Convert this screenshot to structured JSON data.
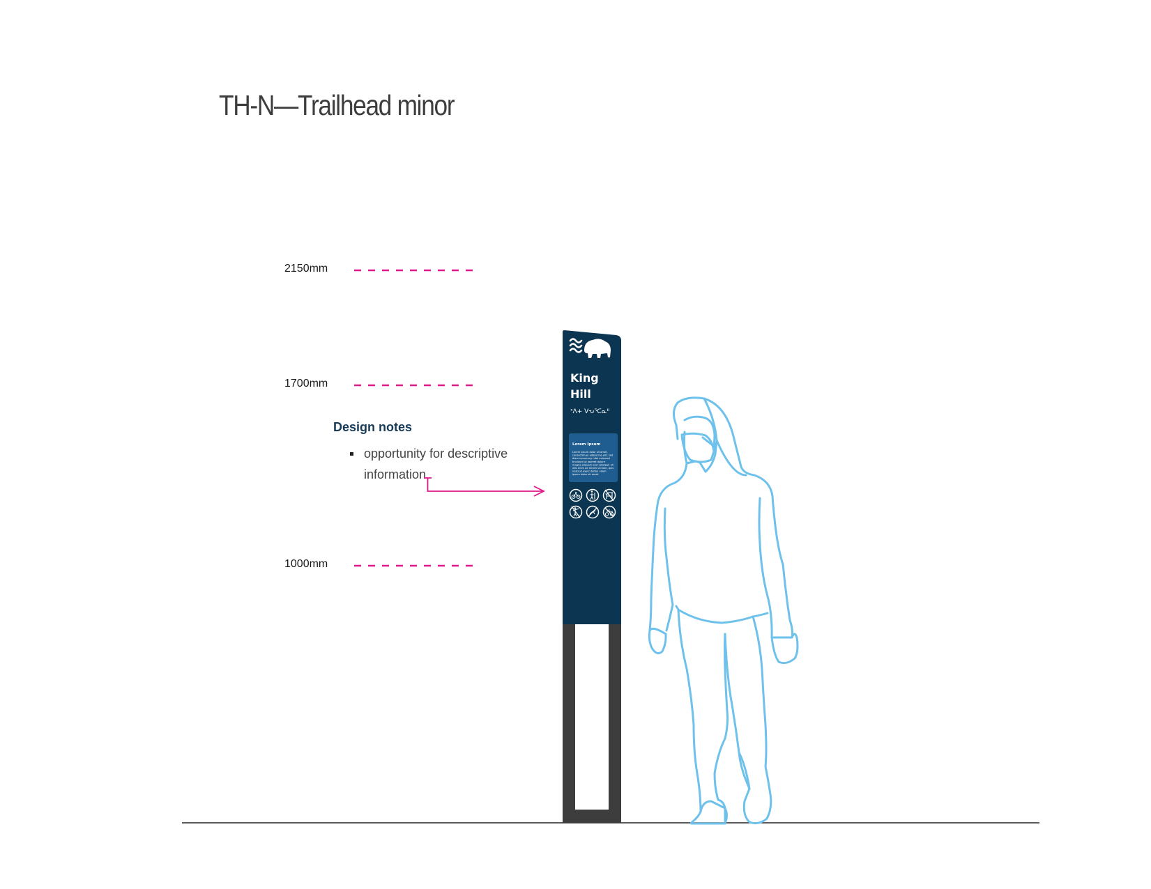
{
  "title": "TH-N—Trailhead minor",
  "heights": [
    {
      "label": "2150mm"
    },
    {
      "label": "1700mm"
    },
    {
      "label": "1000mm"
    }
  ],
  "design_notes": {
    "heading": "Design notes",
    "items": [
      "opportunity for descriptive information"
    ]
  },
  "sign": {
    "name_line1": "King",
    "name_line2": "Hill",
    "syllabics": "ᐣᐱ+ ᐯᕃᕐᑕᓇᐦ",
    "panel_heading": "Lorem Ipsum",
    "panel_body_lines": [
      "Lorem ipsum dolor sit amet,",
      "consectetuer adipiscing elit, sed",
      "diam nonummy nibh euismod",
      "tincidunt ut laoreet dolore",
      "magna aliquam erat volutpat. Ut",
      "wisi enim ad minim veniam, quis",
      "nostrud exerci tation ullam",
      "ipsum dolor sit amet."
    ]
  },
  "colors": {
    "dimension_lines": "#e0188a",
    "sign_body": "#0b3550",
    "info_panel": "#1f5c8f",
    "post": "#3d3d3d",
    "figure_outline": "#6ec1ea",
    "notes_heading": "#183b57",
    "ground": "#222222"
  },
  "icons": [
    "waves-icon",
    "bison-icon",
    "bicycle-icon",
    "hiker-icon",
    "dog-icon",
    "no-hunting-icon",
    "no-fire-icon",
    "no-atv-icon"
  ]
}
